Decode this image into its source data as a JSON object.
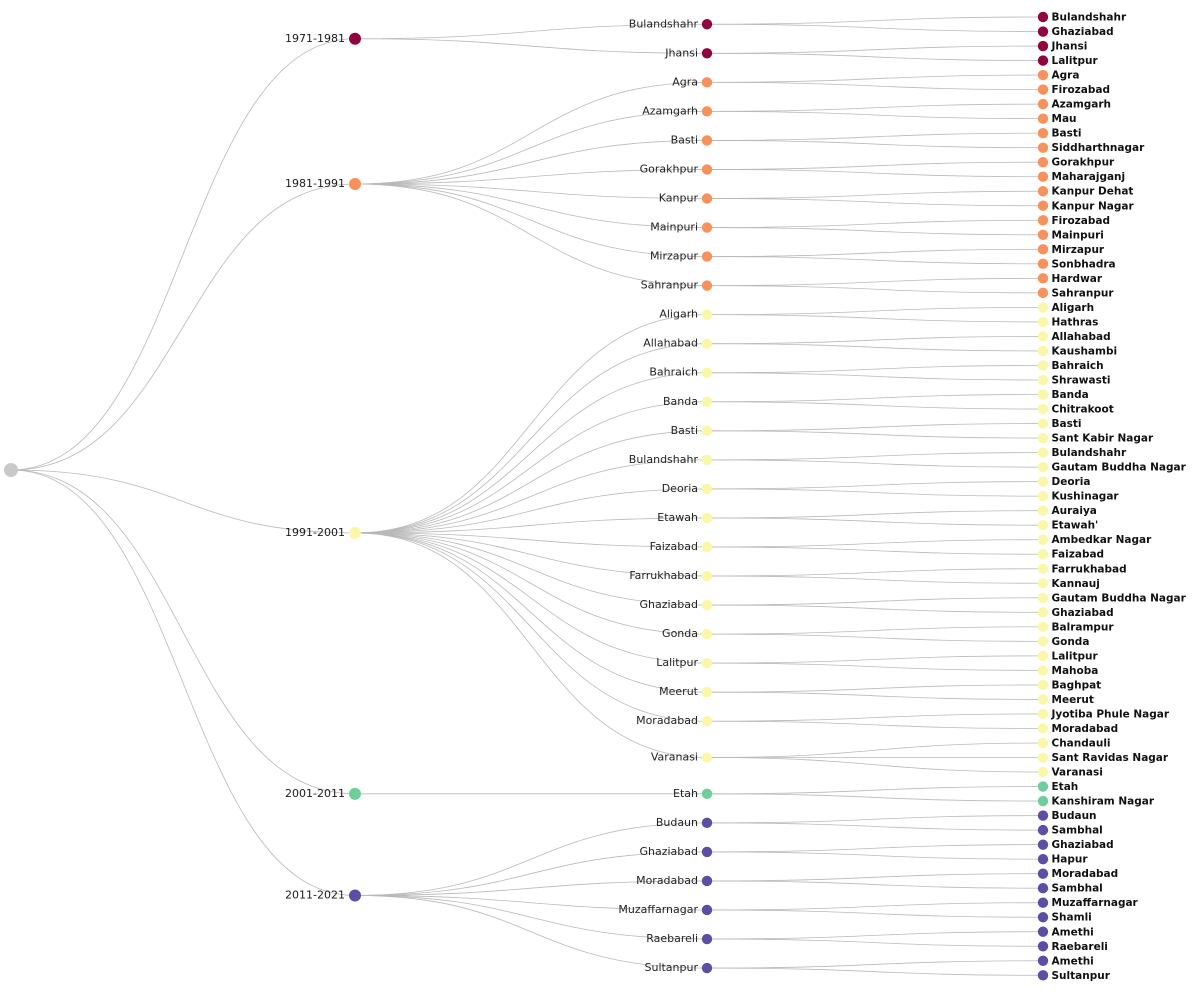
{
  "figure": {
    "type": "dendrogram",
    "title": "",
    "background_color": "#ffffff",
    "link_color": "#b9b9b9",
    "root": {
      "name": "root",
      "label": "",
      "color": "#c9c9c9",
      "radius": 7
    }
  },
  "palette": {
    "1971-1981": "#90053e",
    "1981-1991": "#f8915b",
    "1991-2001": "#fcf7a8",
    "2001-2011": "#6ece9a",
    "2011-2021": "#5b4ea5"
  },
  "chart_data": {
    "type": "tree",
    "levels": [
      "root",
      "decade",
      "parent-district",
      "child-district"
    ],
    "decades": [
      {
        "label": "1971-1981",
        "color": "#90053e",
        "parents": [
          {
            "label": "Bulandshahr",
            "children": [
              "Bulandshahr",
              "Ghaziabad"
            ]
          },
          {
            "label": "Jhansi",
            "children": [
              "Jhansi",
              "Lalitpur"
            ]
          }
        ]
      },
      {
        "label": "1981-1991",
        "color": "#f8915b",
        "parents": [
          {
            "label": "Agra",
            "children": [
              "Agra",
              "Firozabad"
            ]
          },
          {
            "label": "Azamgarh",
            "children": [
              "Azamgarh",
              "Mau"
            ]
          },
          {
            "label": "Basti",
            "children": [
              "Basti",
              "Siddharthnagar"
            ]
          },
          {
            "label": "Gorakhpur",
            "children": [
              "Gorakhpur",
              "Maharajganj"
            ]
          },
          {
            "label": "Kanpur",
            "children": [
              "Kanpur Dehat",
              "Kanpur Nagar"
            ]
          },
          {
            "label": "Mainpuri",
            "children": [
              "Firozabad",
              "Mainpuri"
            ]
          },
          {
            "label": "Mirzapur",
            "children": [
              "Mirzapur",
              "Sonbhadra"
            ]
          },
          {
            "label": "Sahranpur",
            "children": [
              "Hardwar",
              "Sahranpur"
            ]
          }
        ]
      },
      {
        "label": "1991-2001",
        "color": "#fcf7a8",
        "parents": [
          {
            "label": "Aligarh",
            "children": [
              "Aligarh",
              "Hathras"
            ]
          },
          {
            "label": "Allahabad",
            "children": [
              "Allahabad",
              "Kaushambi"
            ]
          },
          {
            "label": "Bahraich",
            "children": [
              "Bahraich",
              "Shrawasti"
            ]
          },
          {
            "label": "Banda",
            "children": [
              "Banda",
              "Chitrakoot"
            ]
          },
          {
            "label": "Basti",
            "children": [
              "Basti",
              "Sant Kabir Nagar"
            ]
          },
          {
            "label": "Bulandshahr",
            "children": [
              "Bulandshahr",
              "Gautam Buddha Nagar"
            ]
          },
          {
            "label": "Deoria",
            "children": [
              "Deoria",
              "Kushinagar"
            ]
          },
          {
            "label": "Etawah",
            "children": [
              "Auraiya",
              "Etawah'"
            ]
          },
          {
            "label": "Faizabad",
            "children": [
              "Ambedkar Nagar",
              "Faizabad"
            ]
          },
          {
            "label": "Farrukhabad",
            "children": [
              "Farrukhabad",
              "Kannauj"
            ]
          },
          {
            "label": "Ghaziabad",
            "children": [
              "Gautam Buddha Nagar",
              "Ghaziabad"
            ]
          },
          {
            "label": "Gonda",
            "children": [
              "Balrampur",
              "Gonda"
            ]
          },
          {
            "label": "Lalitpur",
            "children": [
              "Lalitpur",
              "Mahoba"
            ]
          },
          {
            "label": "Meerut",
            "children": [
              "Baghpat",
              "Meerut"
            ]
          },
          {
            "label": "Moradabad",
            "children": [
              "Jyotiba Phule Nagar",
              "Moradabad"
            ]
          },
          {
            "label": "Varanasi",
            "children": [
              "Chandauli",
              "Sant Ravidas Nagar",
              "Varanasi"
            ]
          }
        ]
      },
      {
        "label": "2001-2011",
        "color": "#6ece9a",
        "parents": [
          {
            "label": "Etah",
            "children": [
              "Etah",
              "Kanshiram Nagar"
            ]
          }
        ]
      },
      {
        "label": "2011-2021",
        "color": "#5b4ea5",
        "parents": [
          {
            "label": "Budaun",
            "children": [
              "Budaun",
              "Sambhal"
            ]
          },
          {
            "label": "Ghaziabad",
            "children": [
              "Ghaziabad",
              "Hapur"
            ]
          },
          {
            "label": "Moradabad",
            "children": [
              "Moradabad",
              "Sambhal"
            ]
          },
          {
            "label": "Muzaffarnagar",
            "children": [
              "Muzaffarnagar",
              "Shamli"
            ]
          },
          {
            "label": "Raebareli",
            "children": [
              "Amethi",
              "Raebareli"
            ]
          },
          {
            "label": "Sultanpur",
            "children": [
              "Amethi",
              "Sultanpur"
            ]
          }
        ]
      }
    ]
  }
}
